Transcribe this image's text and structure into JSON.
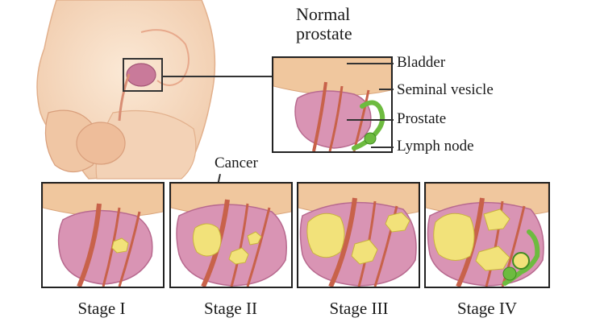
{
  "figure": {
    "normal_title_line1": "Normal",
    "normal_title_line2": "prostate",
    "callouts": {
      "bladder": "Bladder",
      "seminal_vesicle": "Seminal vesicle",
      "prostate": "Prostate",
      "lymph_node": "Lymph node",
      "cancer": "Cancer"
    },
    "stages": [
      {
        "label": "Stage I"
      },
      {
        "label": "Stage II"
      },
      {
        "label": "Stage III"
      },
      {
        "label": "Stage IV"
      }
    ],
    "colors": {
      "skin": "#f6dcc4",
      "skin_shade": "#e9bc9c",
      "prostate": "#d994b4",
      "prostate_dark": "#b86a8f",
      "bladder": "#f0c79e",
      "vessel": "#c8624a",
      "tumor": "#f2e27a",
      "tumor_edge": "#c9b43c",
      "lymph": "#6dbb3f"
    }
  }
}
